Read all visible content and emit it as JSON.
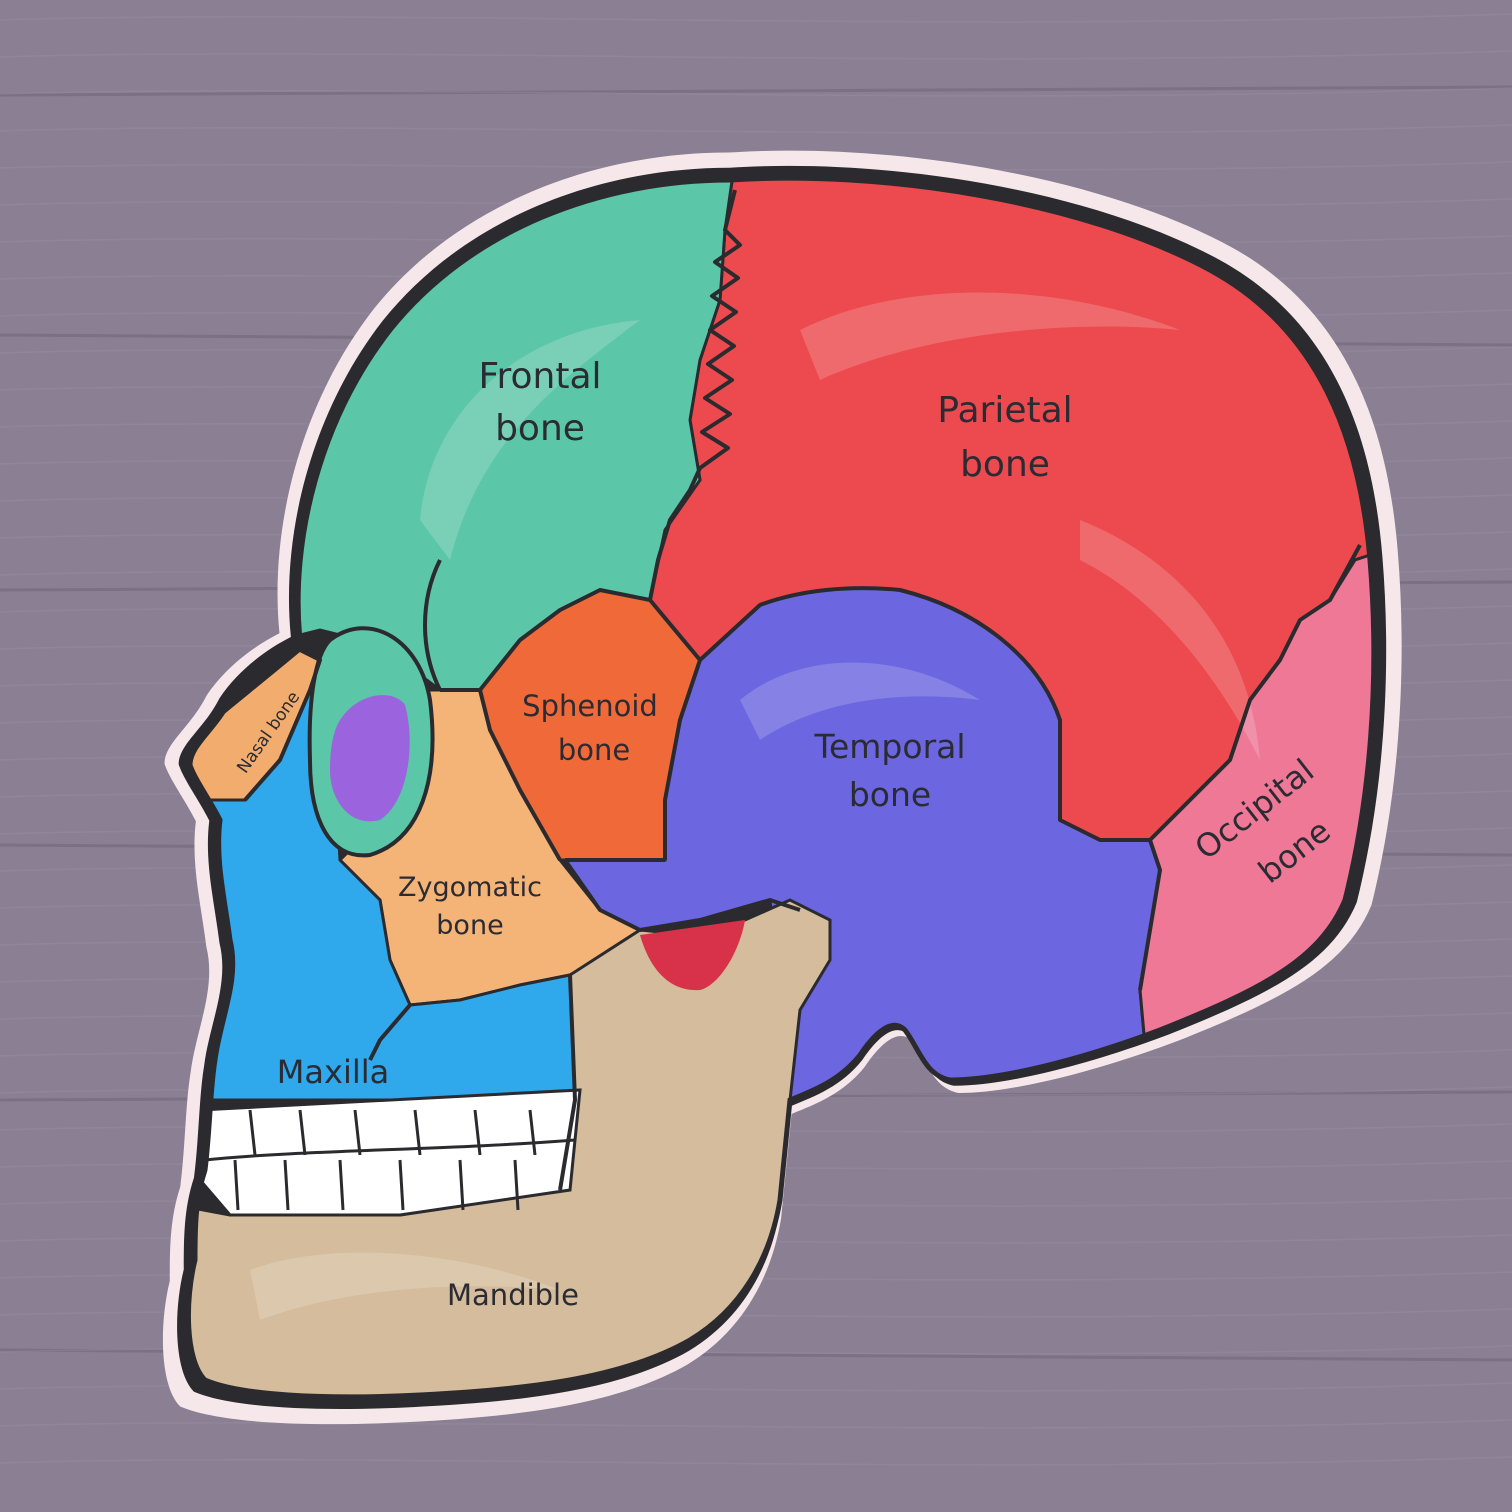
{
  "labels": {
    "frontal_line1": "Frontal",
    "frontal_line2": "bone",
    "parietal_line1": "Parietal",
    "parietal_line2": "bone",
    "sphenoid_line1": "Sphenoid",
    "sphenoid_line2": "bone",
    "temporal_line1": "Temporal",
    "temporal_line2": "bone",
    "occipital_line1": "Occipital",
    "occipital_line2": "bone",
    "nasal": "Nasal bone",
    "zygomatic_line1": "Zygomatic",
    "zygomatic_line2": "bone",
    "maxilla": "Maxilla",
    "mandible": "Mandible"
  },
  "colors": {
    "frontal": "#5cc6a8",
    "parietal": "#ec4a4e",
    "sphenoid": "#ef6a38",
    "temporal": "#6c66e0",
    "occipital": "#ee7896",
    "nasal": "#f2ad6e",
    "zygomatic": "#f4b478",
    "maxilla": "#2fa8ec",
    "mandible": "#d4bc9c",
    "orbit": "#9b63dd",
    "teeth": "#ffffff",
    "outline": "#2b2b2f",
    "board_edge": "#f6e8ea",
    "wood": "#8a7f93"
  }
}
